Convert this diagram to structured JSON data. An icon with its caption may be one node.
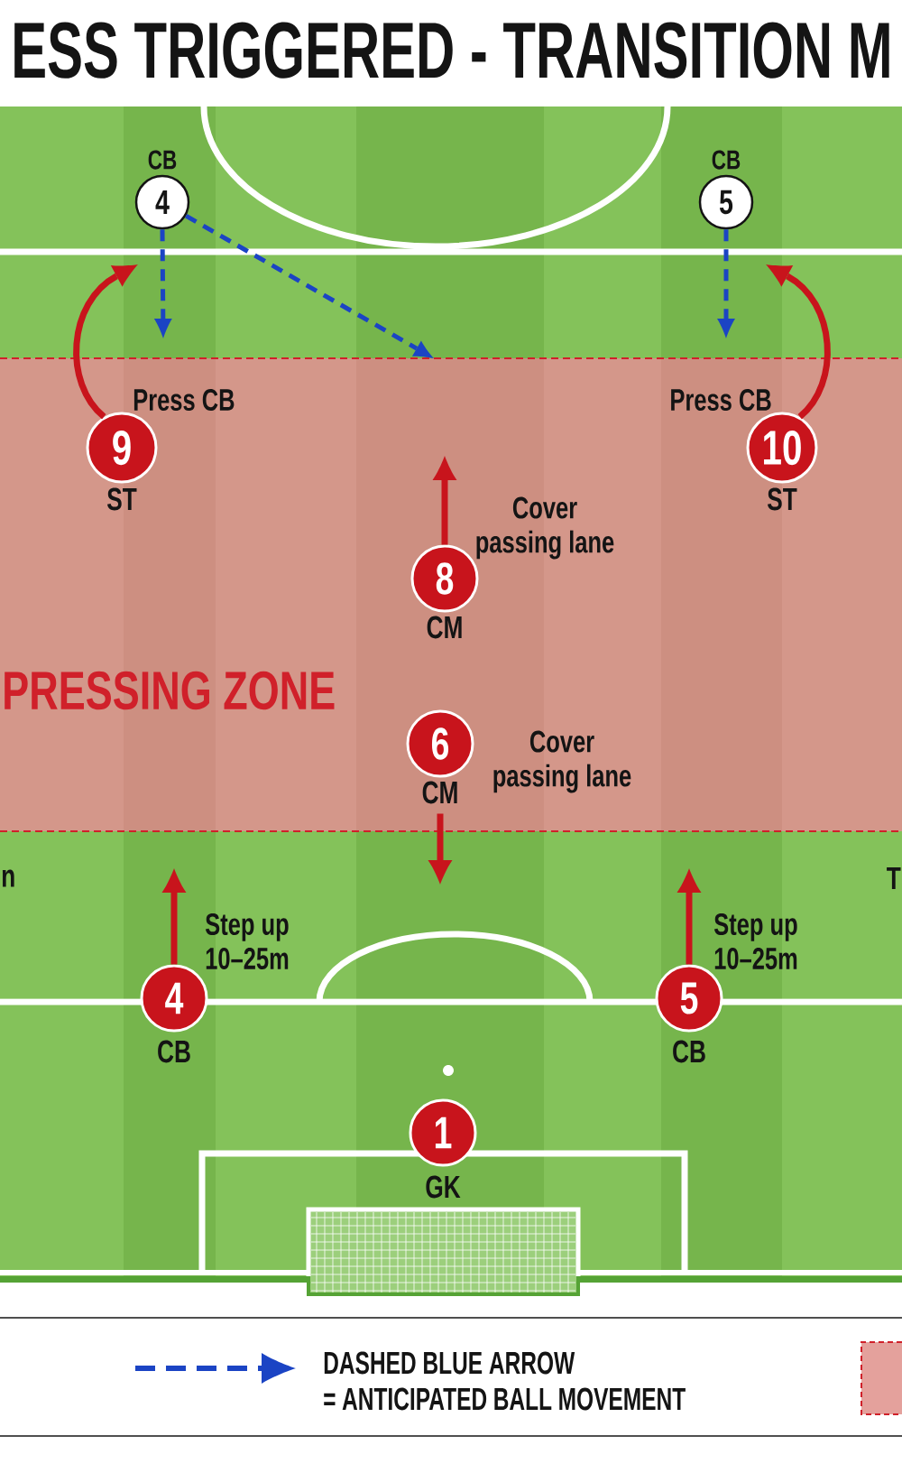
{
  "diagram": {
    "title": "ESS TRIGGERED - TRANSITION M",
    "nodes": [
      {
        "text": [
          "4"
        ],
        "beside": [
          "CB"
        ]
      },
      {
        "text": [
          "5"
        ],
        "beside": [
          "CB"
        ]
      },
      {
        "text": [
          "PRESSING ZONE"
        ]
      },
      {
        "text": [
          "9"
        ],
        "beside": [
          "ST"
        ],
        "in": 2
      },
      {
        "text": [
          "10"
        ],
        "beside": [
          "ST"
        ],
        "in": 2
      },
      {
        "text": [
          "8"
        ],
        "beside": [
          "CM"
        ],
        "in": 2
      },
      {
        "text": [
          "6"
        ],
        "beside": [
          "CM"
        ],
        "in": 2
      },
      {
        "text": [
          "4"
        ],
        "beside": [
          "CB"
        ]
      },
      {
        "text": [
          "5"
        ],
        "beside": [
          "CB"
        ]
      },
      {
        "text": [
          "1"
        ],
        "beside": [
          "GK"
        ]
      }
    ],
    "edges": [
      {
        "from": 0,
        "to": null,
        "arrow": "to",
        "style": "dashed",
        "color": "#1b44c4"
      },
      {
        "from": 0,
        "to": 2,
        "arrow": "to",
        "style": "dashed",
        "color": "#1b44c4"
      },
      {
        "from": 1,
        "to": null,
        "arrow": "to",
        "style": "dashed",
        "color": "#1b44c4"
      },
      {
        "from": 3,
        "to": null,
        "arrow": "to",
        "label": "Press CB"
      },
      {
        "from": 4,
        "to": null,
        "arrow": "to",
        "label": "Press CB"
      },
      {
        "from": 5,
        "to": null,
        "arrow": "to",
        "label": "Cover passing lane"
      },
      {
        "from": 6,
        "to": null,
        "arrow": "to",
        "label": "Cover passing lane"
      },
      {
        "from": 7,
        "to": null,
        "arrow": "to",
        "label": "Step up 10–25m"
      },
      {
        "from": 8,
        "to": null,
        "arrow": "to",
        "label": "Step up 10–25m"
      }
    ],
    "labels": [
      "n",
      "T"
    ],
    "legend": [
      {
        "text": "DASHED BLUE ARROW = ANTICIPATED BALL MOVEMENT"
      }
    ]
  }
}
